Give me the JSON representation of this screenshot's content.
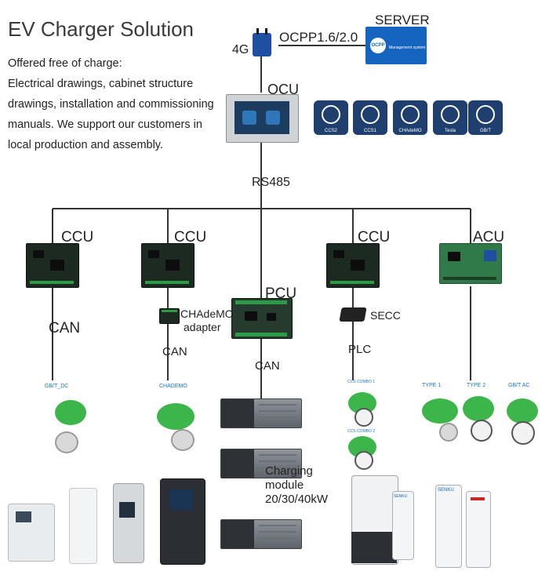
{
  "title": "EV Charger Solution",
  "description": [
    "Offered free of charge:",
    "Electrical drawings, cabinet structure",
    "drawings, installation and commissioning",
    "manuals. We support our customers in",
    "local production and assembly."
  ],
  "network": {
    "label_4g": "4G",
    "label_ocpp": "OCPP1.6/2.0",
    "label_server": "SERVER",
    "server_logo": "OCPP",
    "server_caption": "Management system",
    "label_ocu": "OCU",
    "label_rs485": "RS485"
  },
  "connector_icons": [
    "CCS2",
    "CCS1",
    "CHAdeMO",
    "Tesla",
    "GB/T"
  ],
  "controllers": {
    "ccu1": "CCU",
    "ccu2": "CCU",
    "ccu3": "CCU",
    "acu": "ACU",
    "pcu": "PCU"
  },
  "links": {
    "can_left": "CAN",
    "chademo_adapter_line1": "CHAdeMO",
    "chademo_adapter_line2": "adapter",
    "can_mid": "CAN",
    "can_pcu": "CAN",
    "secc": "SECC",
    "plc": "PLC"
  },
  "connector_labels": {
    "gbt_dc": "GB/T_DC",
    "chademo": "CHADEMO",
    "ccs_combo_1": "CCS COMBO 1",
    "ccs_combo_2": "CCS COMBO 2",
    "type1": "TYPE 1",
    "type2": "TYPE 2",
    "gbt_ac": "GB/T AC"
  },
  "module": {
    "line1": "Charging",
    "line2": "module",
    "line3": "20/30/40kW"
  },
  "wallbox_brand": "SENKU",
  "colors": {
    "line": "#333333",
    "plug_green": "#3cb54a",
    "icon_blue": "#1f3f6e",
    "server_blue": "#1565c0",
    "label_blue": "#1a73c8"
  }
}
